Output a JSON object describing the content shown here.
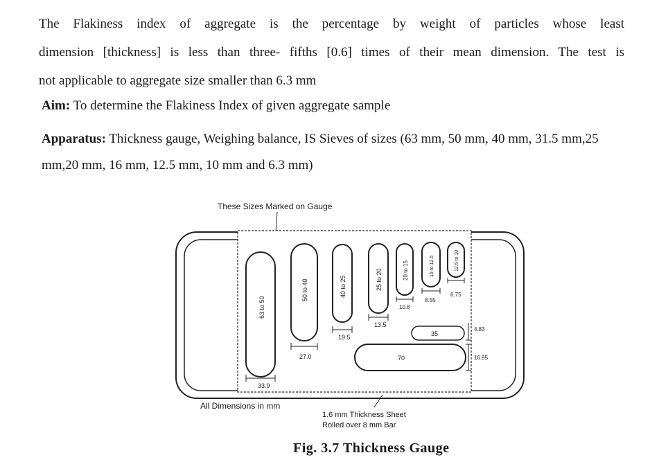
{
  "intro": {
    "line1": "The Flakiness index of aggregate is the percentage by weight of particles whose least",
    "line2": "dimension [thickness] is less than three- fifths [0.6] times of their mean dimension. The test is",
    "line3": "not applicable to aggregate size smaller than 6.3 mm"
  },
  "aim": {
    "label": "Aim:",
    "text": " To determine the Flakiness Index of given aggregate sample"
  },
  "apparatus": {
    "label": "Apparatus:",
    "text": " Thickness gauge, Weighing balance, IS Sieves of sizes (63 mm, 50 mm, 40 mm, 31.5 mm,25 mm,20 mm, 16 mm, 12.5 mm, 10 mm and 6.3 mm)"
  },
  "figure": {
    "top_note": "These Sizes Marked on Gauge",
    "bottom_left_note": "All Dimensions in mm",
    "sheet_note_line1": "1.6 mm Thickness Sheet",
    "sheet_note_line2": "Rolled over 8 mm Bar",
    "slot_labels": [
      "63 to 50",
      "50 to 40",
      "40 to 25",
      "25 to 20",
      "20 to 15",
      "15 to 12.5",
      "12.5 to 10"
    ],
    "widths": [
      "33.9",
      "27.0",
      "19.5",
      "13.5",
      "10.8",
      "8.55",
      "6.75"
    ],
    "lengths": [
      "70",
      "35"
    ],
    "heights": [
      "4.83",
      "16.95"
    ],
    "caption": "Fig. 3.7 Thickness Gauge"
  }
}
